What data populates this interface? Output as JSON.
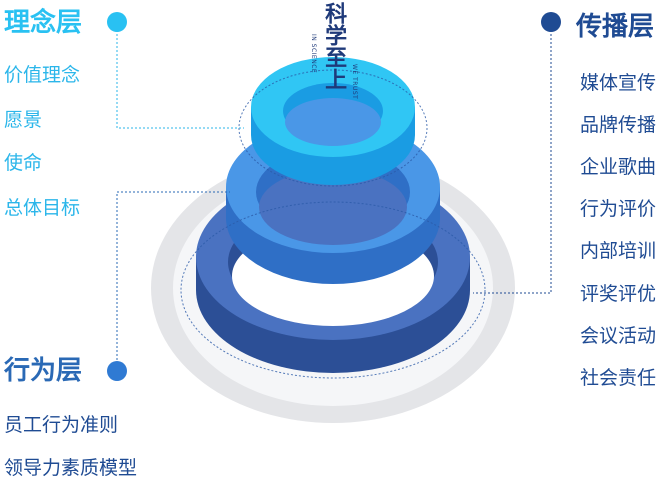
{
  "colors": {
    "concept": "#29c1f2",
    "behavior": "#2a69b5",
    "spread": "#1f4b93",
    "text_light": "#2bb6ea",
    "text_dark": "#1f4b93"
  },
  "concept": {
    "title": "理念层",
    "items": [
      "价值理念",
      "愿景",
      "使命",
      "总体目标"
    ]
  },
  "behavior": {
    "title": "行为层",
    "items": [
      "员工行为准则",
      "领导力素质模型"
    ]
  },
  "spread": {
    "title": "传播层",
    "items": [
      "媒体宣传",
      "品牌传播",
      "企业歌曲",
      "行为评价",
      "内部培训",
      "评奖评优",
      "会议活动",
      "社会责任"
    ]
  },
  "calligraphy": {
    "chinese": "科学至上",
    "english_left": "IN SCIENCE",
    "english_right": "WE TRUST"
  }
}
